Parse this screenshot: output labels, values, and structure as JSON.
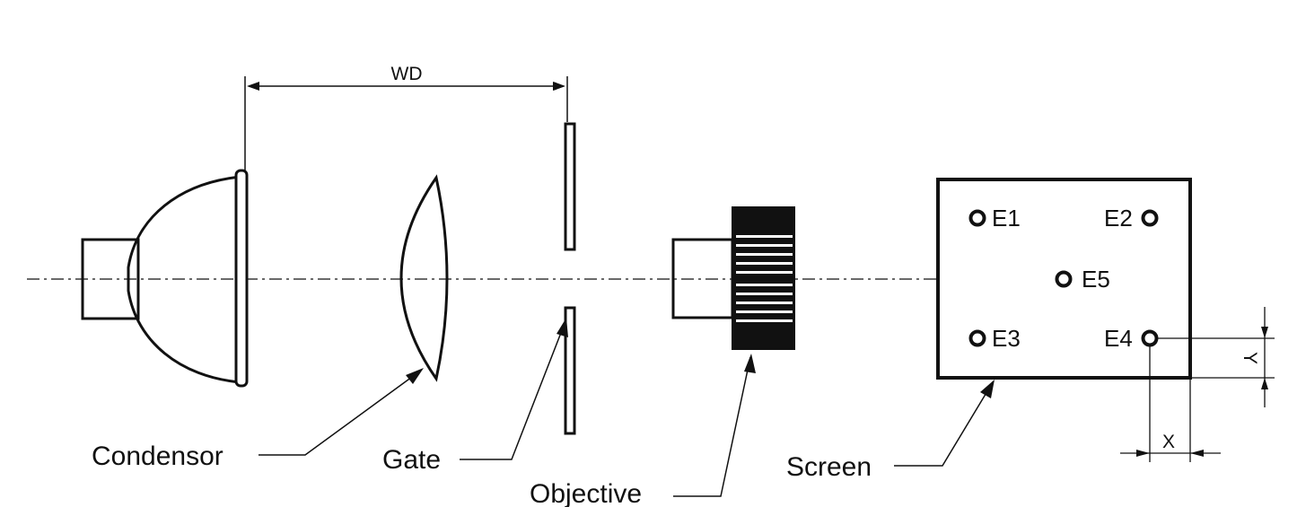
{
  "labels": {
    "wd": "WD",
    "condensor": "Condensor",
    "gate": "Gate",
    "objective": "Objective",
    "screen": "Screen",
    "x": "X",
    "y": "Y"
  },
  "points": [
    {
      "id": "E1",
      "label": "E1"
    },
    {
      "id": "E2",
      "label": "E2"
    },
    {
      "id": "E3",
      "label": "E3"
    },
    {
      "id": "E4",
      "label": "E4"
    },
    {
      "id": "E5",
      "label": "E5"
    }
  ],
  "colors": {
    "ink": "#111111",
    "background": "#ffffff"
  }
}
